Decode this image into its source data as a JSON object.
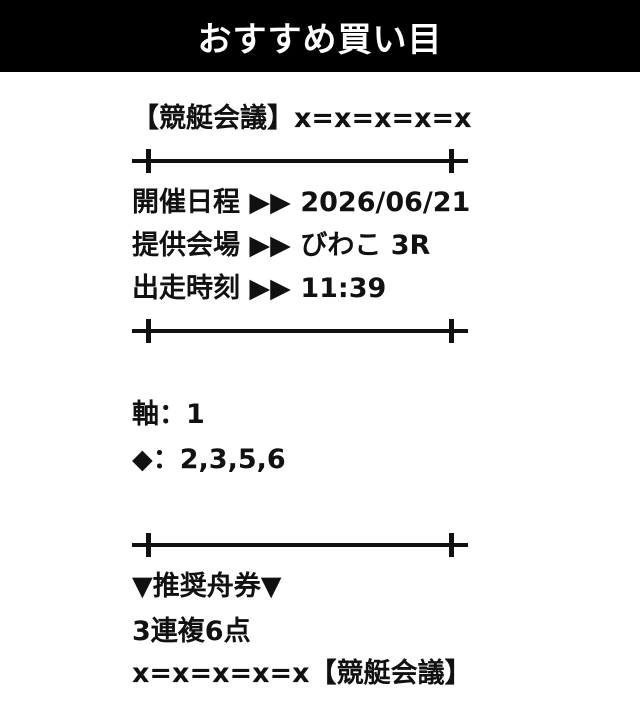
{
  "header": {
    "title": "おすすめ買い目"
  },
  "source_line": "【競艇会議】x=x=x=x=x",
  "race_info": {
    "date_row": "開催日程 ▶▶ 2026/06/21",
    "venue_row": "提供会場 ▶▶ びわこ 3R",
    "time_row": "出走時刻 ▶▶ 11:39"
  },
  "picks": {
    "axis_row": "軸：1",
    "partners_row": "◆：2,3,5,6"
  },
  "recommendation": {
    "heading": "▼推奨舟券▼",
    "ticket": "3連複6点",
    "footer": "x=x=x=x=x【競艇会議】"
  }
}
